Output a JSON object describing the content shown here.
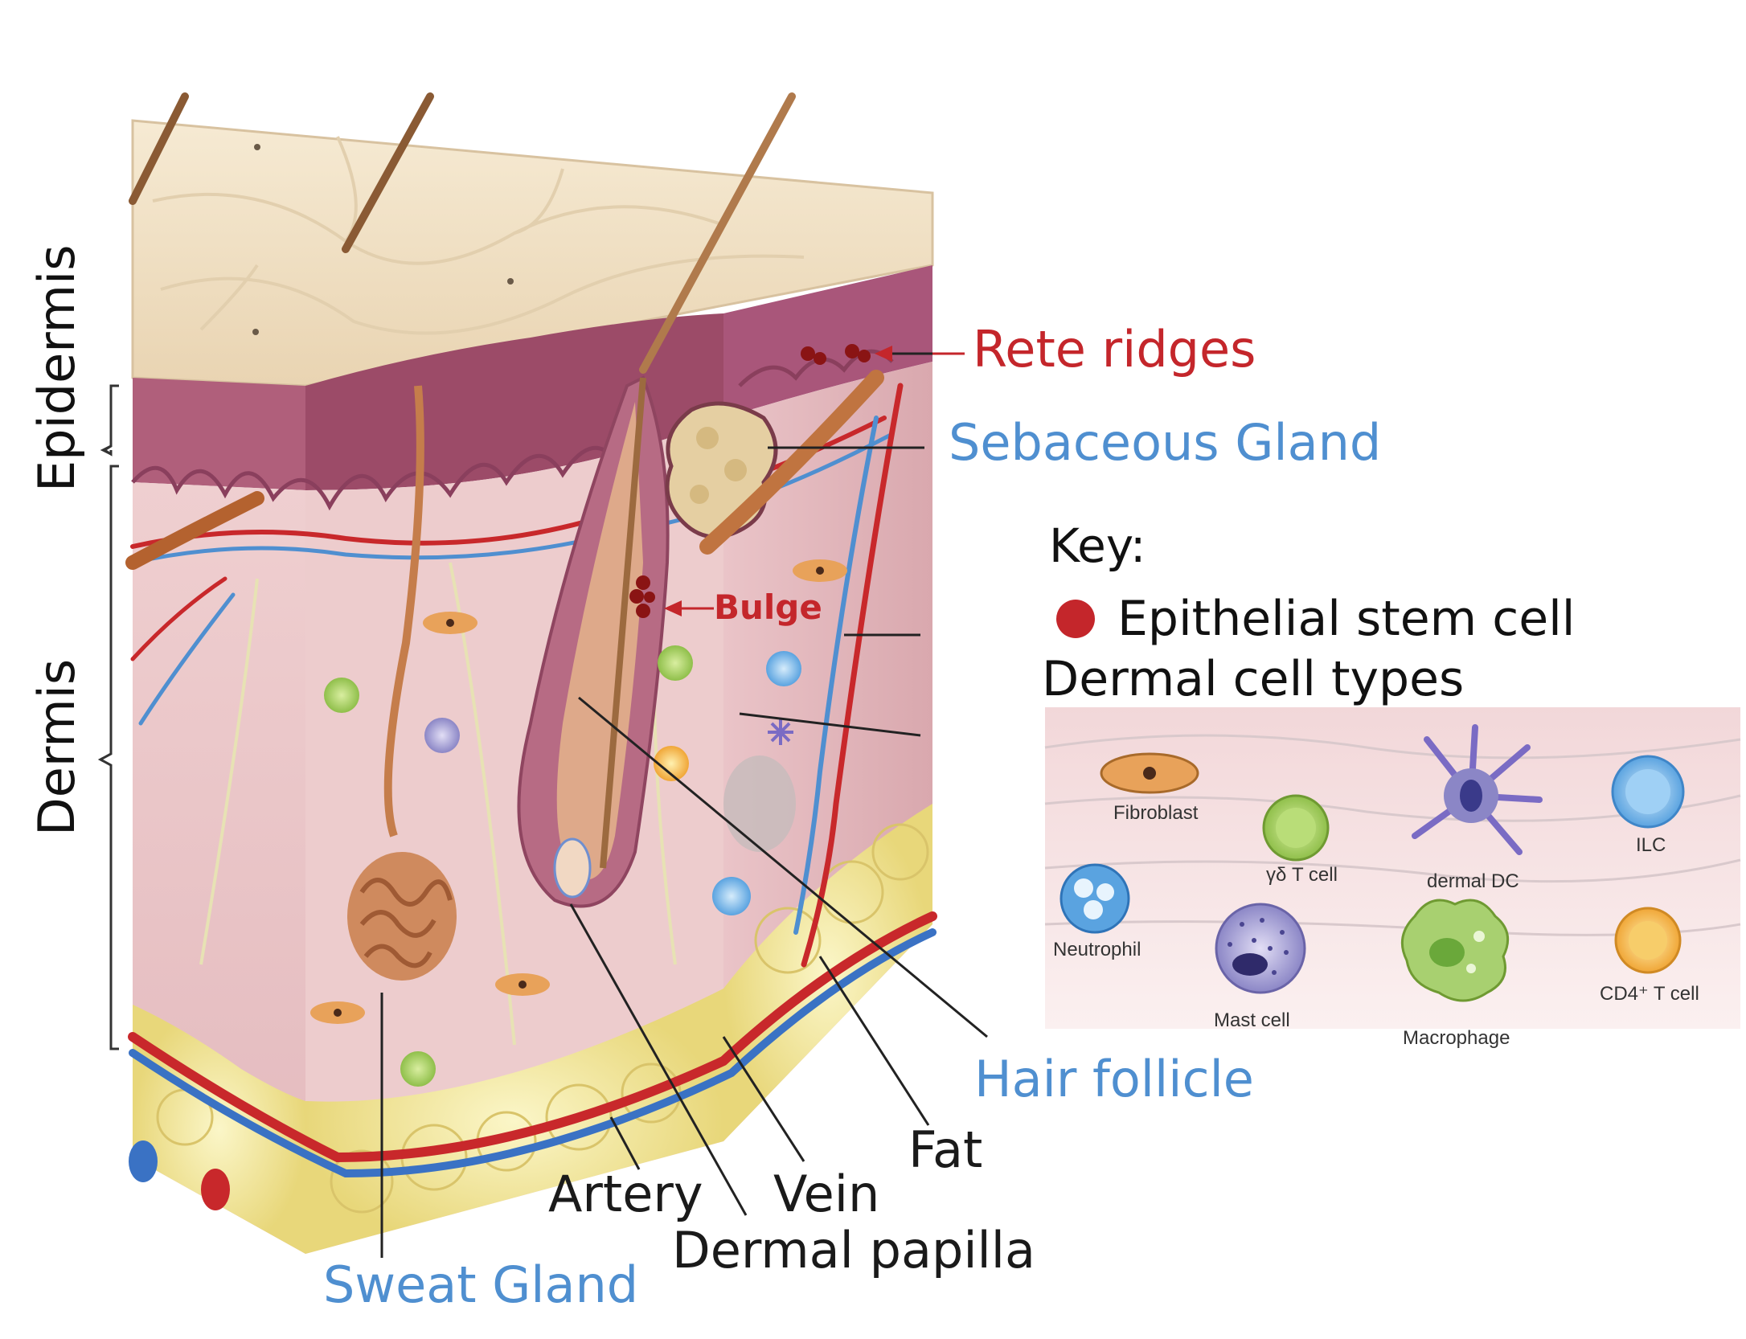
{
  "brackets": {
    "epidermis": "Epidermis",
    "dermis": "Dermis"
  },
  "callouts": {
    "rete_ridges": "Rete ridges",
    "sebaceous_gland": "Sebaceous Gland",
    "bulge": "Bulge",
    "hair_follicle": "Hair follicle",
    "fat": "Fat",
    "artery": "Artery",
    "vein": "Vein",
    "dermal_papilla": "Dermal papilla",
    "sweat_gland": "Sweat Gland"
  },
  "key": {
    "title": "Key:",
    "stem_cell": "Epithelial stem cell",
    "dermal_types": "Dermal cell types"
  },
  "cell_types": {
    "fibroblast": "Fibroblast",
    "gd_t_cell": "γδ T cell",
    "dermal_dc": "dermal DC",
    "ilc": "ILC",
    "neutrophil": "Neutrophil",
    "mast_cell": "Mast cell",
    "macrophage": "Macrophage",
    "cd4_t_cell": "CD4⁺ T cell"
  },
  "colors": {
    "label_red": "#c4262b",
    "label_blue": "#4f8fd0",
    "skin_surface": "#f3e3c6",
    "epidermis": "#a8536f",
    "dermis": "#ecc9c9",
    "fat": "#f1e69a",
    "artery": "#c8282b",
    "vein": "#3a72c4"
  }
}
